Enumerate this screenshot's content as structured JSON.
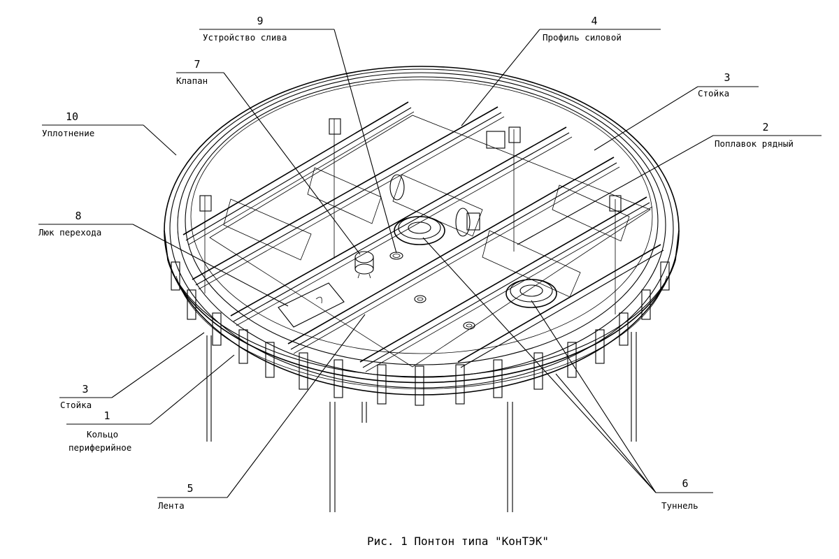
{
  "figure": {
    "caption": "Рис. 1 Понтон типа \"КонТЭК\""
  },
  "callouts": [
    {
      "id": "c9",
      "number": "9",
      "text": "Устройство слива"
    },
    {
      "id": "c4",
      "number": "4",
      "text": "Профиль силовой"
    },
    {
      "id": "c7",
      "number": "7",
      "text": "Клапан"
    },
    {
      "id": "c3a",
      "number": "3",
      "text": "Стойка"
    },
    {
      "id": "c10",
      "number": "10",
      "text": "Уплотнение"
    },
    {
      "id": "c2",
      "number": "2",
      "text": "Поплавок рядный"
    },
    {
      "id": "c8",
      "number": "8",
      "text": "Люк перехода"
    },
    {
      "id": "c3b",
      "number": "3",
      "text": "Стойка"
    },
    {
      "id": "c1",
      "number": "1",
      "text": "Кольцо",
      "text2": "периферийное"
    },
    {
      "id": "c5",
      "number": "5",
      "text": "Лента"
    },
    {
      "id": "c6",
      "number": "6",
      "text": "Туннель"
    }
  ]
}
